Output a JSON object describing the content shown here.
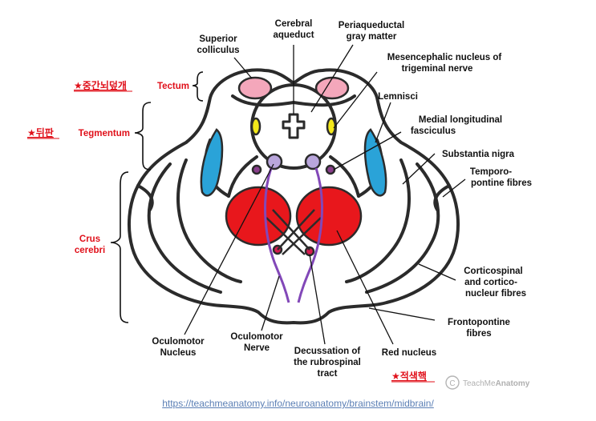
{
  "labels": {
    "cerebral_aqueduct": [
      "Cerebral",
      "aqueduct"
    ],
    "periaqueductal": [
      "Periaqueductal",
      "gray matter"
    ],
    "superior_colliculus": [
      "Superior",
      "colliculus"
    ],
    "mesencephalic": [
      "Mesencephalic nucleus of",
      "trigeminal nerve"
    ],
    "lemnisci": "Lemnisci",
    "mlf": [
      "Medial longitudinal",
      "fasciculus"
    ],
    "substantia_nigra": "Substantia nigra",
    "temporopontine": [
      "Temporo-",
      "pontine fibres"
    ],
    "corticospinal": [
      "Corticospinal",
      "and cortico-",
      "nucleur fibres"
    ],
    "frontopontine": [
      "Frontopontine",
      "fibres"
    ],
    "red_nucleus": "Red nucleus",
    "decussation": [
      "Decussation of",
      "the rubrospinal",
      "tract"
    ],
    "oculomotor_nerve": [
      "Oculomotor",
      "Nerve"
    ],
    "oculomotor_nucleus": [
      "Oculomotor",
      "Nucleus"
    ]
  },
  "regions": {
    "tectum": "Tectum",
    "tegmentum": "Tegmentum",
    "crus": [
      "Crus",
      "cerebri"
    ]
  },
  "korean": {
    "tectum": "★중간뇌덮개",
    "tegmentum": "★뒤판",
    "red_nucleus": "★적색핵"
  },
  "watermark": {
    "symbol": "C",
    "brand_plain": "TeachMe",
    "brand_bold": "Anatomy"
  },
  "source_url": "https://teachmeanatomy.info/neuroanatomy/brainstem/midbrain/",
  "colors": {
    "red_nucleus": "#e8171c",
    "lemnisci": "#2aa3d8",
    "superior_colliculus": "#f4a7bb",
    "mesencephalic": "#f3e81a",
    "oculomotor": "#b9a6dc",
    "substantia_nigra": "#8a3f8c",
    "decussation": "#d81a4f",
    "nerve": "#8248b8",
    "annotation_red": "#e0101a"
  }
}
